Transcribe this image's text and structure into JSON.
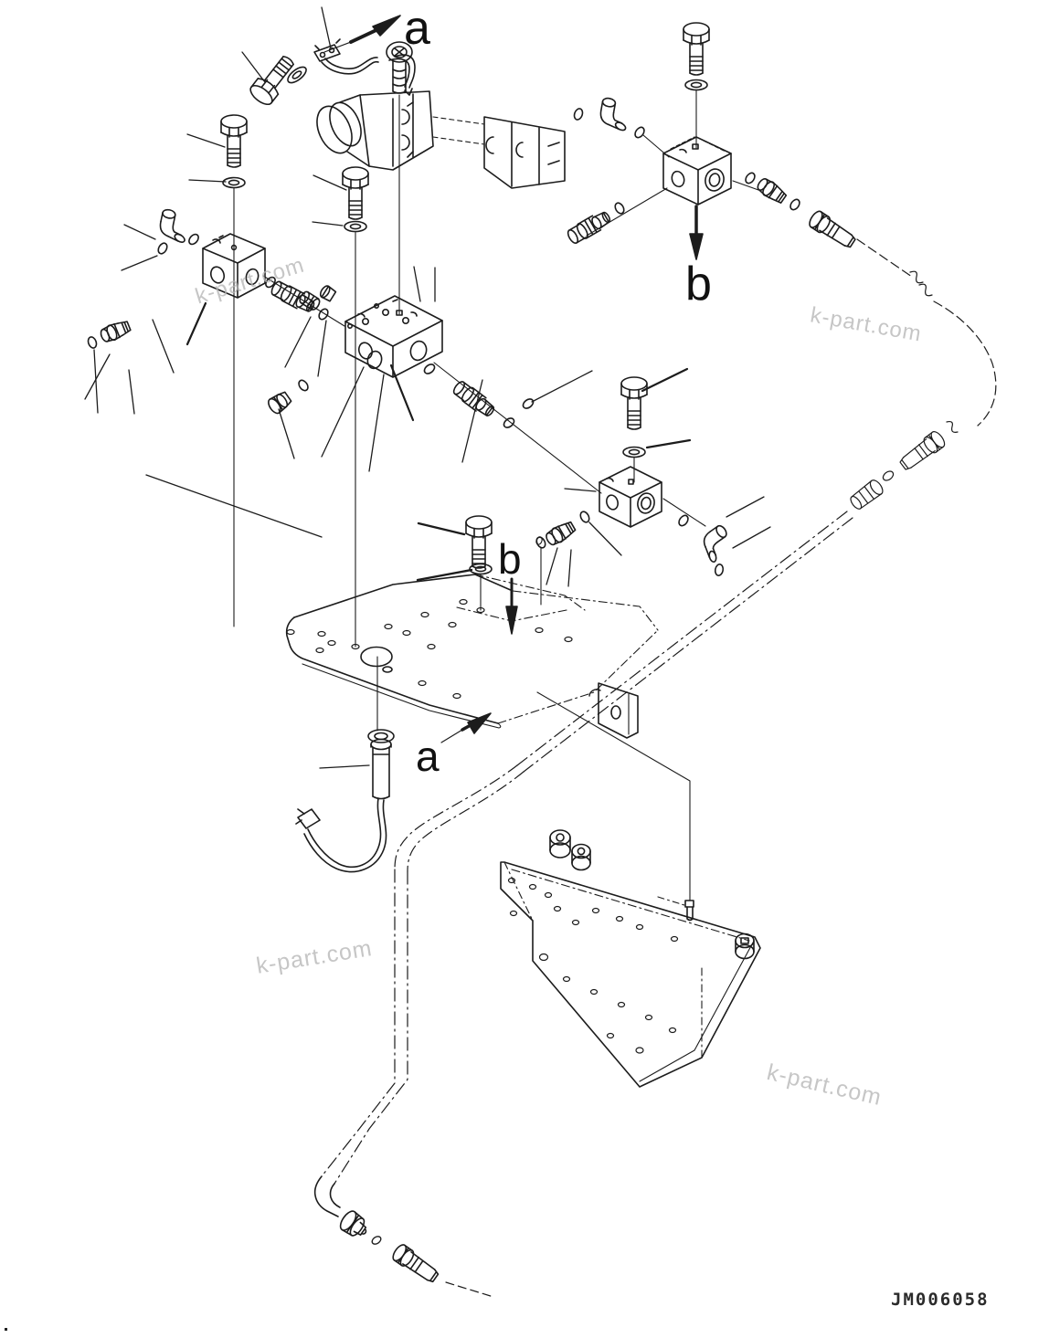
{
  "diagram": {
    "type": "exploded-parts-diagram",
    "drawing_number": "JM006058",
    "watermark_text": "k-part.com",
    "labels": {
      "view_a_top": "a",
      "view_b_top": "b",
      "view_b_mid": "b",
      "view_a_mid": "a"
    },
    "colors": {
      "line": "#1c1c1c",
      "watermark": "#b4b4b4",
      "background": "#ffffff"
    }
  }
}
